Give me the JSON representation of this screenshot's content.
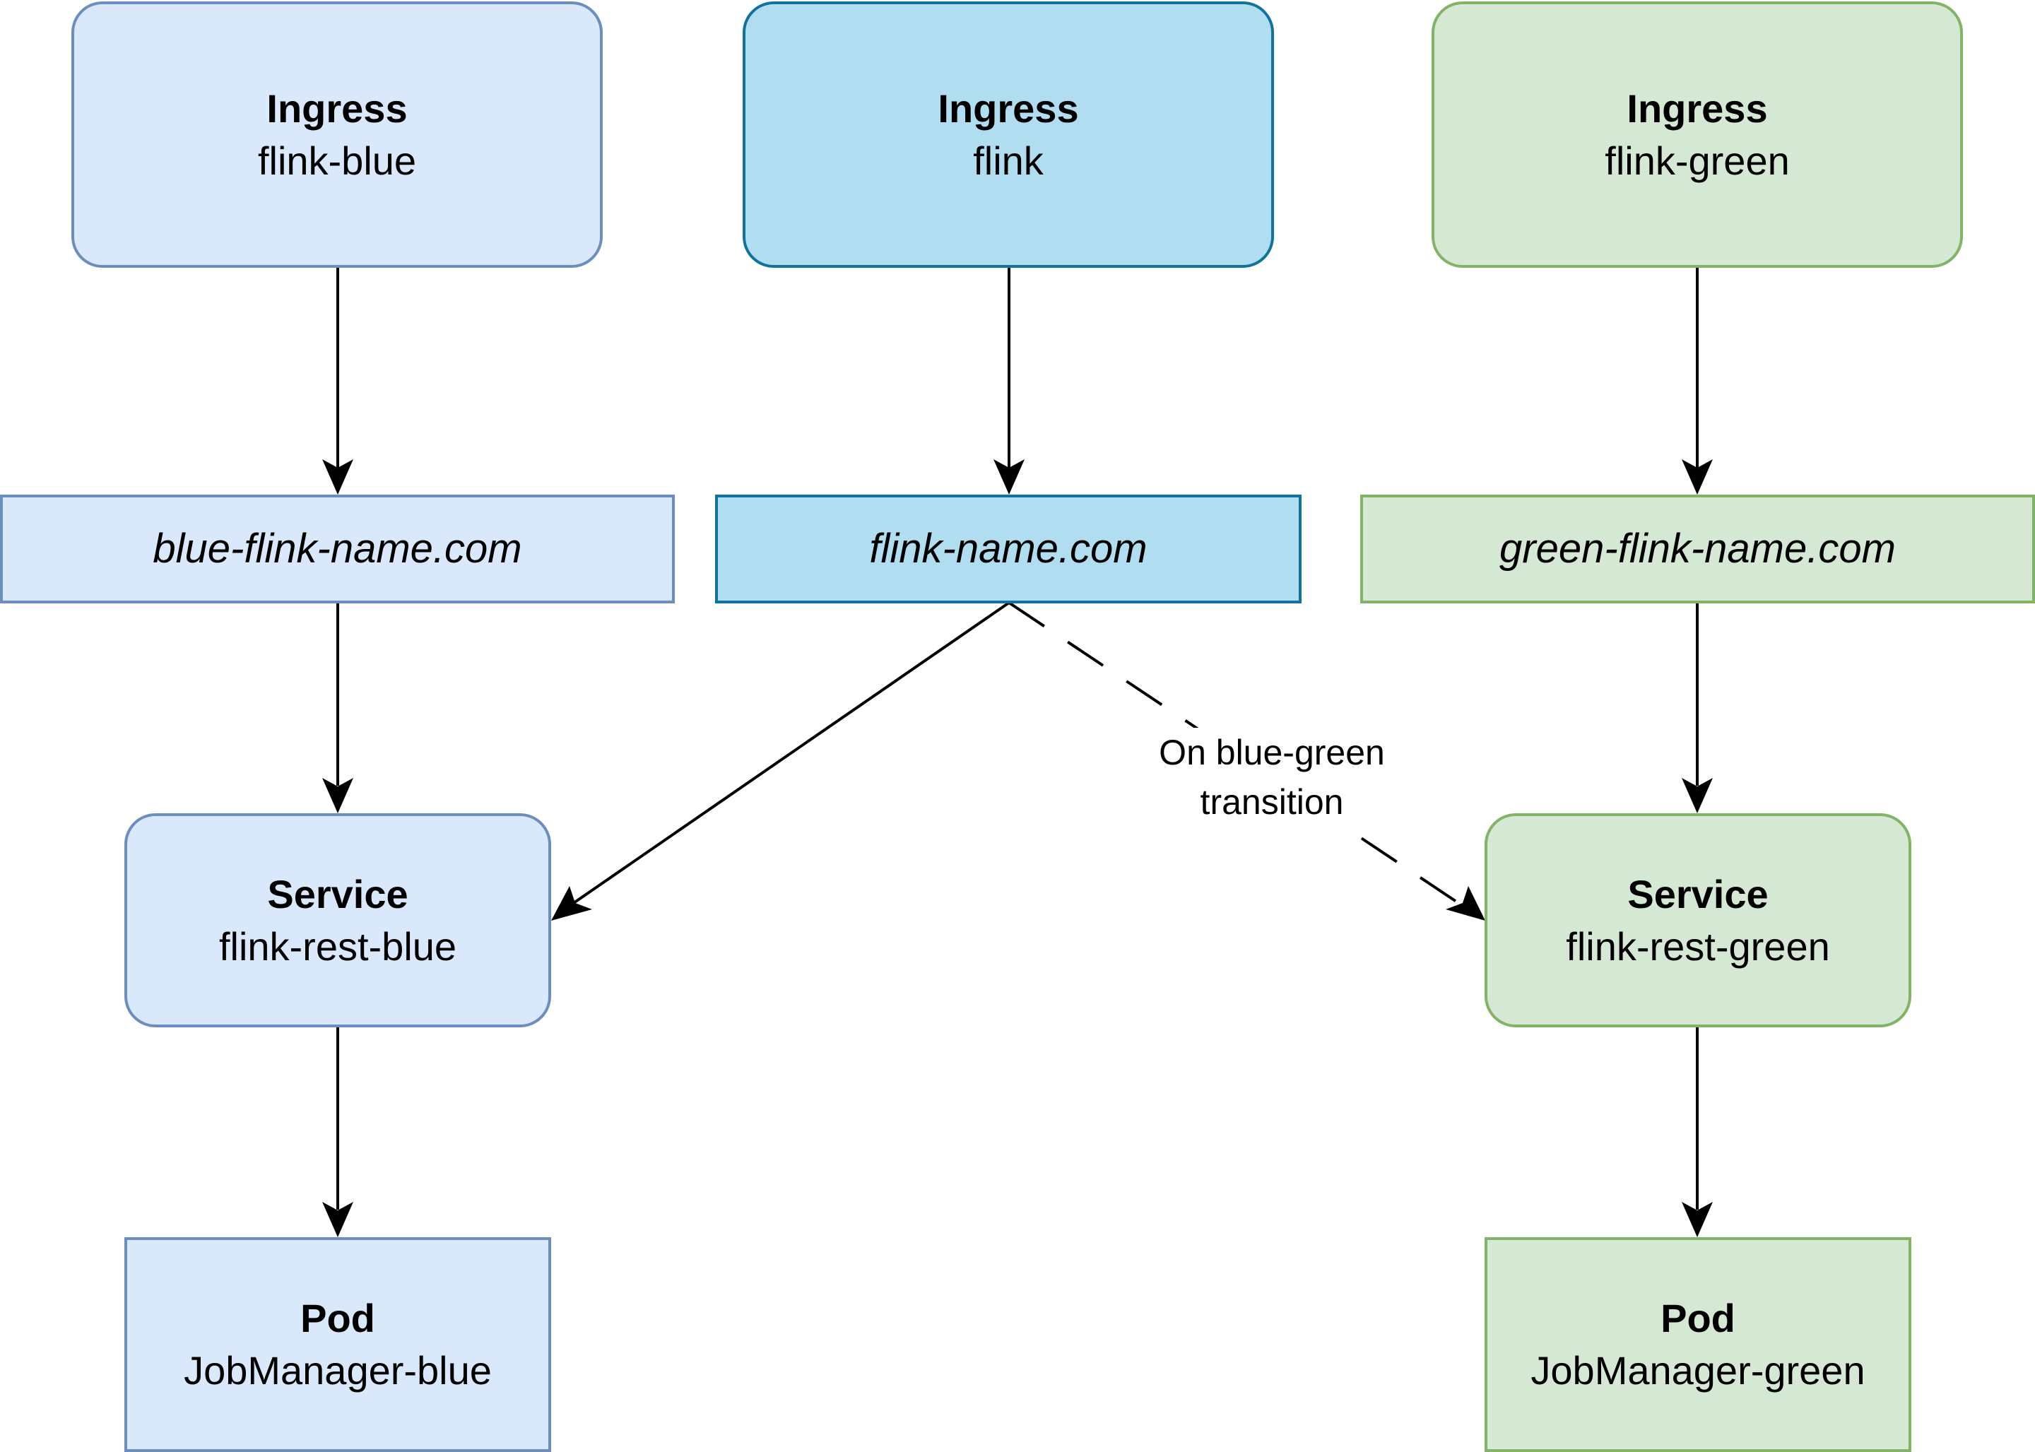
{
  "colors": {
    "blue_fill": "#dae8fc",
    "blue_stroke": "#6c8ebf",
    "shared_fill": "#b1ddf0",
    "shared_stroke": "#10739e",
    "green_fill": "#d5e8d4",
    "green_stroke": "#82b366",
    "edge": "#000000"
  },
  "ingress": {
    "blue": {
      "kind": "Ingress",
      "name": "flink-blue"
    },
    "shared": {
      "kind": "Ingress",
      "name": "flink"
    },
    "green": {
      "kind": "Ingress",
      "name": "flink-green"
    }
  },
  "hosts": {
    "blue": "blue-flink-name.com",
    "shared": "flink-name.com",
    "green": "green-flink-name.com"
  },
  "services": {
    "blue": {
      "kind": "Service",
      "name": "flink-rest-blue"
    },
    "green": {
      "kind": "Service",
      "name": "flink-rest-green"
    }
  },
  "pods": {
    "blue": {
      "kind": "Pod",
      "name": "JobManager-blue"
    },
    "green": {
      "kind": "Pod",
      "name": "JobManager-green"
    }
  },
  "edges": {
    "transition_label_line1": "On blue-green",
    "transition_label_line2": "transition"
  }
}
